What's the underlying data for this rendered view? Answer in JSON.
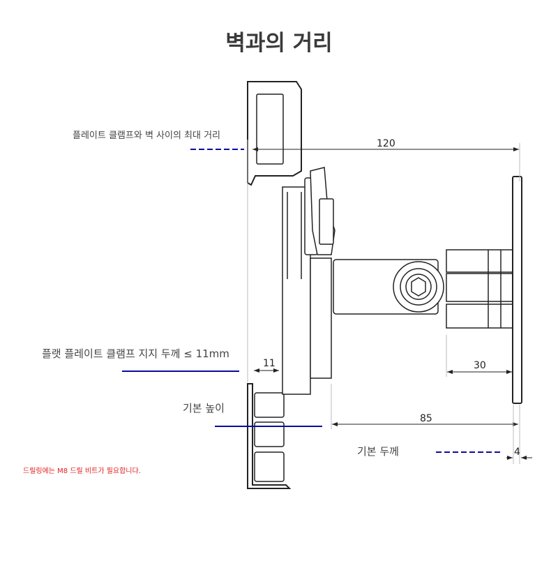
{
  "title": "벽과의 거리",
  "annotations": {
    "max_distance": "플레이트 클램프와 벽 사이의 최대 거리",
    "clamp_thickness": "플랫 플레이트 클램프 지지 두께 ≤ 11mm",
    "base_height": "기본 높이",
    "base_thickness": "기본 두께",
    "drill_note": "드릴링에는 M8 드릴 비트가 필요합니다."
  },
  "dimensions": {
    "d120": "120",
    "d85": "85",
    "d30": "30",
    "d11": "11",
    "d4": "4"
  },
  "colors": {
    "leader": "#0a0aa0",
    "note": "#e02020",
    "drawing": "#222222"
  }
}
